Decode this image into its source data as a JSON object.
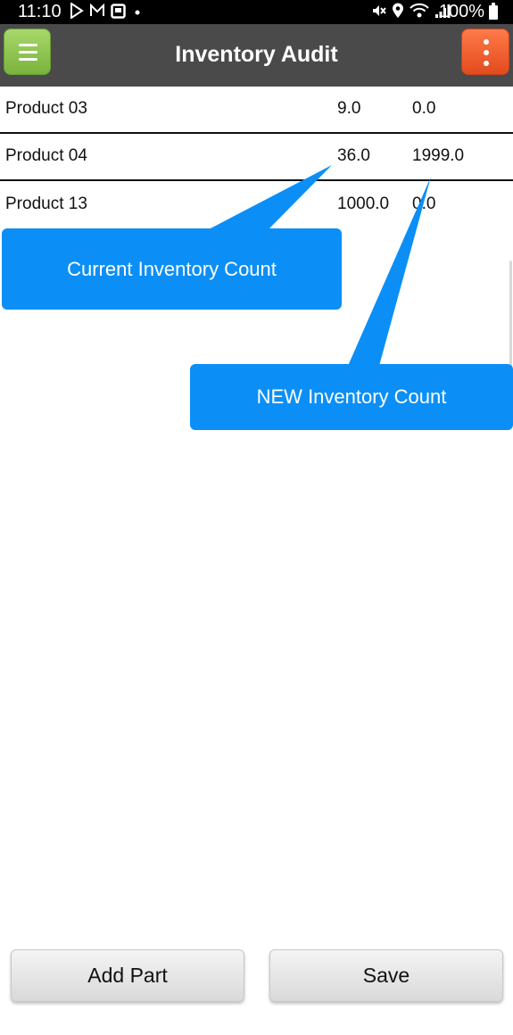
{
  "status_bar": {
    "time": "11:10",
    "battery": "100%",
    "left_icons": [
      "play-store-icon",
      "gmail-icon",
      "square-notification-icon",
      "dot-icon"
    ],
    "right_icons": [
      "mute-icon",
      "location-icon",
      "wifi-icon",
      "signal-icon",
      "battery-icon"
    ]
  },
  "header": {
    "title": "Inventory Audit",
    "menu_button_color": "#8cc84b",
    "more_button_color": "#f05a28"
  },
  "inventory": {
    "rows": [
      {
        "name": "Product 03",
        "current": "9.0",
        "new": "0.0"
      },
      {
        "name": "Product 04",
        "current": "36.0",
        "new": "1999.0"
      },
      {
        "name": "Product 13",
        "current": "1000.0",
        "new": "0.0"
      }
    ]
  },
  "callouts": {
    "current": "Current Inventory Count",
    "new": "NEW Inventory Count",
    "color": "#0b8ff7"
  },
  "footer": {
    "add_part_label": "Add Part",
    "save_label": "Save"
  }
}
